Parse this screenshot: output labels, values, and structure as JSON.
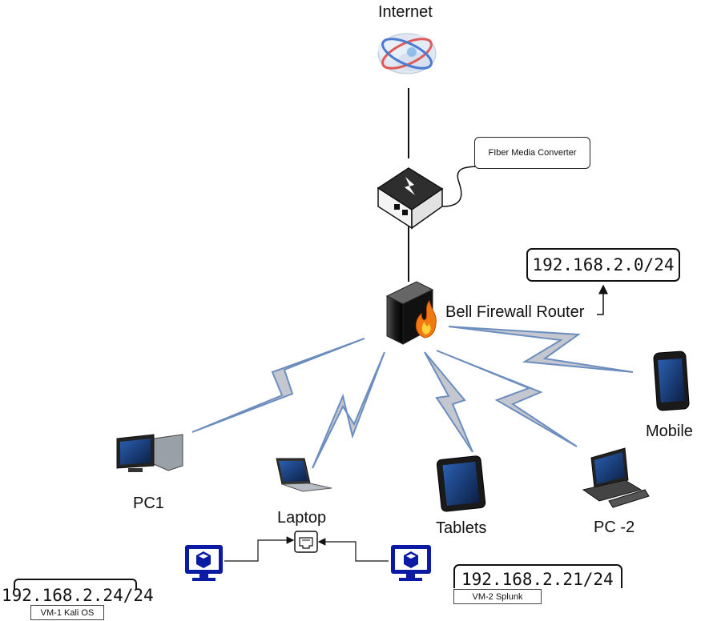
{
  "nodes": {
    "internet": {
      "label": "Internet"
    },
    "converter": {
      "callout": "FIber Media Converter"
    },
    "router": {
      "label": "Bell Firewall Router"
    },
    "subnet": {
      "label": "192.168.2.0/24"
    },
    "pc1": {
      "label": "PC1"
    },
    "laptop": {
      "label": "Laptop"
    },
    "tablets": {
      "label": "Tablets"
    },
    "pc2": {
      "label": "PC -2"
    },
    "mobile": {
      "label": "Mobile"
    },
    "vm1": {
      "ip": "192.168.2.24/24",
      "name": "VM-1 Kali OS"
    },
    "vm2": {
      "ip": "192.168.2.21/24",
      "name": "VM-2 Splunk"
    }
  },
  "colors": {
    "wireless_fill": "#c4c7cf",
    "wireless_stroke": "#6c8ebf",
    "vm_blue": "#0a1aa3",
    "fire": "#f07a10"
  },
  "icons": [
    "cloud-icon",
    "media-converter-icon",
    "firewall-router-icon",
    "desktop-pc-icon",
    "laptop-icon",
    "tablet-icon",
    "workstation-icon",
    "mobile-phone-icon",
    "network-port-icon",
    "vm-monitor-icon"
  ]
}
